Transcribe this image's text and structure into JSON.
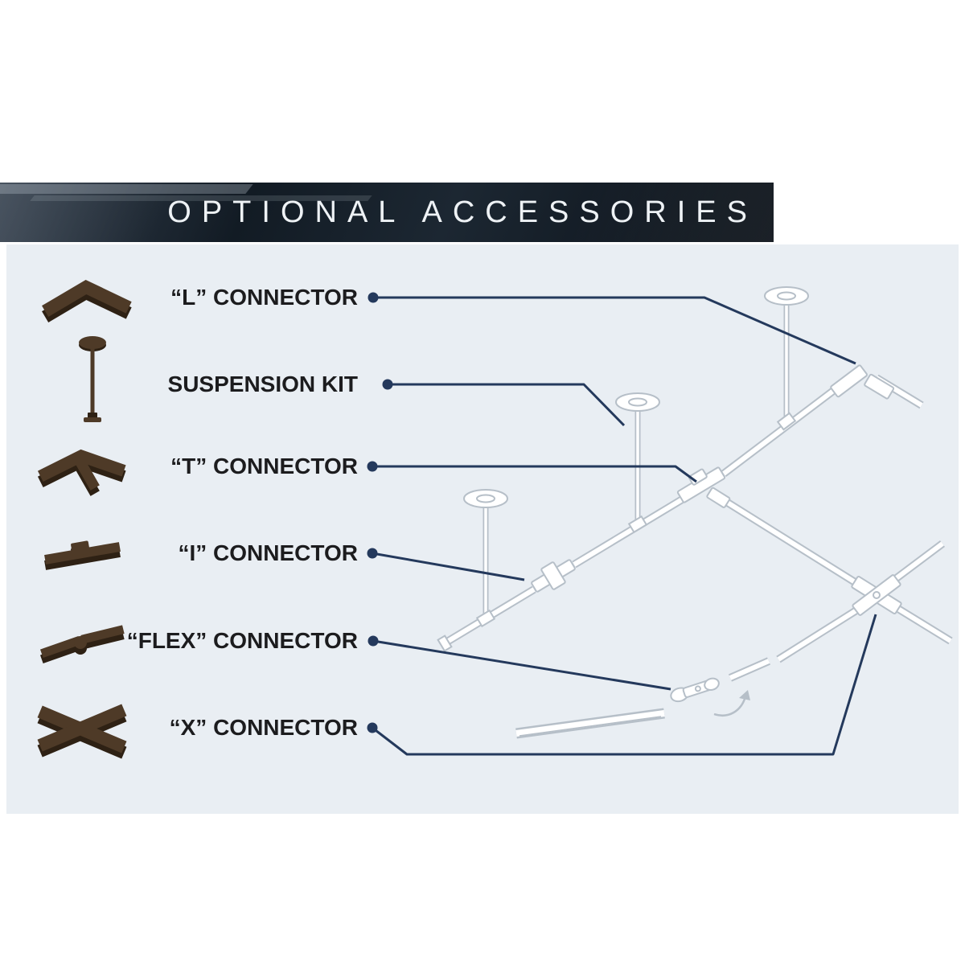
{
  "header": {
    "title": "OPTIONAL ACCESSORIES"
  },
  "panel": {
    "items": [
      {
        "label": "“L” CONNECTOR",
        "icon": "l-connector-icon"
      },
      {
        "label": "SUSPENSION KIT",
        "icon": "suspension-kit-icon"
      },
      {
        "label": "“T” CONNECTOR",
        "icon": "t-connector-icon"
      },
      {
        "label": "“I” CONNECTOR",
        "icon": "i-connector-icon"
      },
      {
        "label": "“FLEX” CONNECTOR",
        "icon": "flex-connector-icon"
      },
      {
        "label": "“X” CONNECTOR",
        "icon": "x-connector-icon"
      }
    ]
  },
  "colors": {
    "header_bg": "#121b24",
    "banner_text": "#eef2f5",
    "panel_bg": "#e9eef3",
    "label_text": "#1c1c1e",
    "leader_line": "#24395c",
    "diagram_line": "#b6bfc8",
    "icon_brown": "#4e3a27",
    "icon_brown_dark": "#2e2114"
  }
}
